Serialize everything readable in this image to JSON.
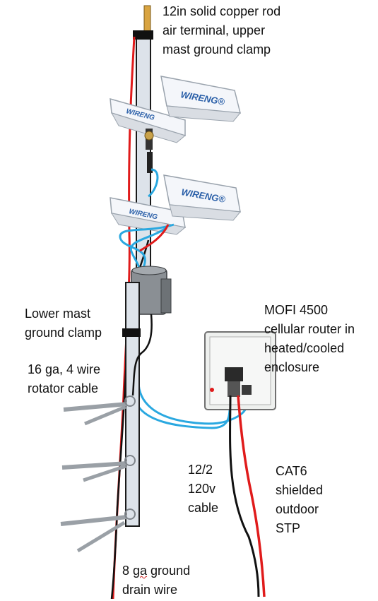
{
  "labels": {
    "air_terminal": "12in solid copper rod\nair terminal, upper\nmast ground clamp",
    "lower_clamp": "Lower mast\nground clamp",
    "rotator_cable": "16 ga, 4 wire\nrotator cable",
    "router": "MOFI 4500\ncellular router in\nheated/cooled\nenclosure",
    "power_cable": "12/2\n120v\ncable",
    "cat6": "CAT6\nshielded\noutdoor\nSTP",
    "ground_wire_line1_prefix": "8 ",
    "ground_wire_line1_ga": "ga",
    "ground_wire_line1_suffix": " ground",
    "ground_wire_line2": "drain wire"
  },
  "antennas": {
    "brand": "WIRENG",
    "registered_mark": "®"
  },
  "colors": {
    "mast_fill": "#dde3ea",
    "mast_stroke": "#1a1a1a",
    "red_wire": "#e01b1b",
    "black_wire": "#111111",
    "blue_cable": "#2aa8e0",
    "copper_rod": "#d9a441",
    "antenna_fill": "#f4f6fa",
    "antenna_brand": "#2a5fa8",
    "rotator_body": "#8a8f94",
    "enclosure_fill": "#eef0ee"
  }
}
